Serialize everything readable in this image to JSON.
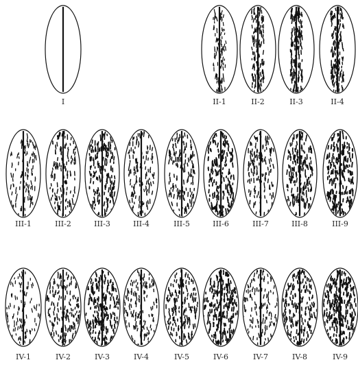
{
  "figure": {
    "rows": [
      {
        "group": "I",
        "items": [
          {
            "label": "I",
            "density": 0.0
          }
        ]
      },
      {
        "group": "II",
        "items": [
          {
            "label": "II-1",
            "density": 0.25
          },
          {
            "label": "II-2",
            "density": 0.45
          },
          {
            "label": "II-3",
            "density": 0.6
          },
          {
            "label": "II-4",
            "density": 0.5
          }
        ]
      },
      {
        "group": "III",
        "items": [
          {
            "label": "III-1",
            "density": 0.35
          },
          {
            "label": "III-2",
            "density": 0.5
          },
          {
            "label": "III-3",
            "density": 0.75
          },
          {
            "label": "III-4",
            "density": 0.45
          },
          {
            "label": "III-5",
            "density": 0.55
          },
          {
            "label": "III-6",
            "density": 0.85
          },
          {
            "label": "III-7",
            "density": 0.5
          },
          {
            "label": "III-8",
            "density": 0.7
          },
          {
            "label": "III-9",
            "density": 0.95
          }
        ]
      },
      {
        "group": "IV",
        "items": [
          {
            "label": "IV-1",
            "density": 0.3
          },
          {
            "label": "IV-2",
            "density": 0.55
          },
          {
            "label": "IV-3",
            "density": 0.85
          },
          {
            "label": "IV-4",
            "density": 0.45
          },
          {
            "label": "IV-5",
            "density": 0.65
          },
          {
            "label": "IV-6",
            "density": 0.9
          },
          {
            "label": "IV-7",
            "density": 0.4
          },
          {
            "label": "IV-8",
            "density": 0.7
          },
          {
            "label": "IV-9",
            "density": 0.92
          }
        ]
      }
    ]
  },
  "colors": {
    "stroke": "#111111",
    "background": "#ffffff"
  }
}
